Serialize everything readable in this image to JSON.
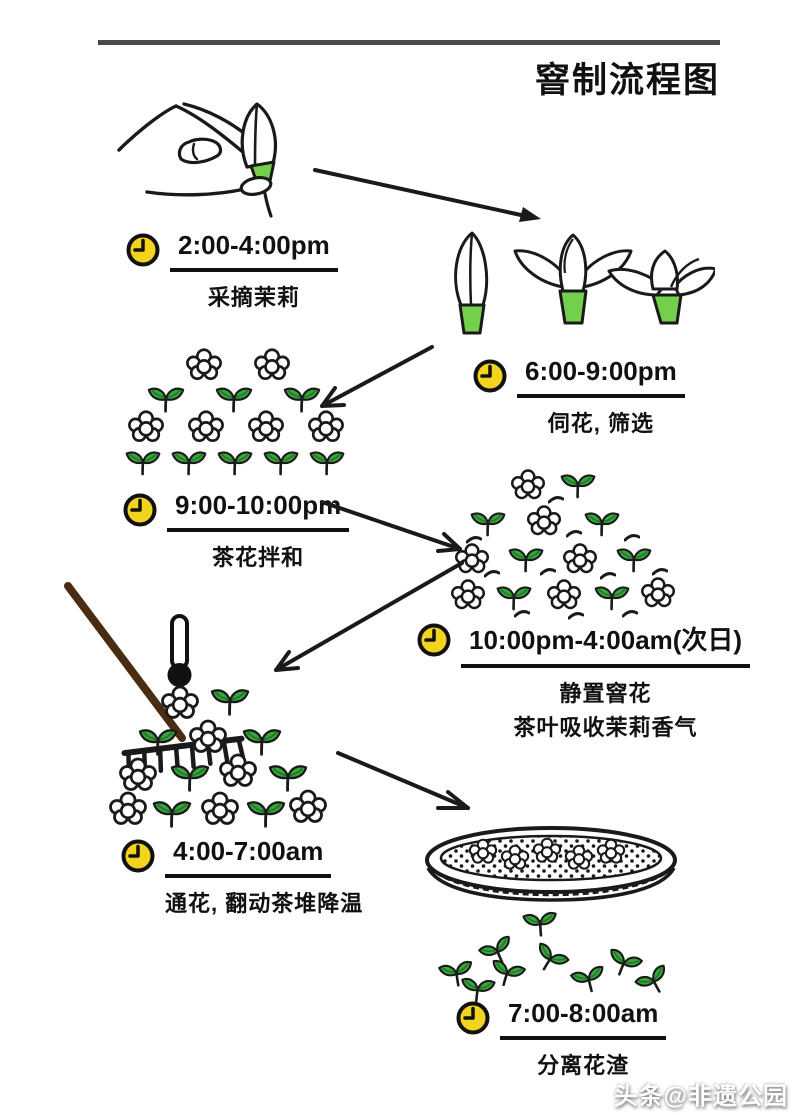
{
  "title": "窨制流程图",
  "watermark": "头条@非遗公园",
  "icons": {
    "clock": "clock-icon",
    "thermometer": "thermometer-icon",
    "rake": "rake-icon",
    "sieve": "sieve-tray-icon"
  },
  "colors": {
    "outline": "#1a1a1a",
    "leaf_green": "#3ba53e",
    "leaf_vein_green": "#1f7a23",
    "calyx_green": "#74cf4c",
    "clock_yellow": "#f2d41f",
    "rake_brown": "#4a2c12",
    "rule_gray": "#4a4a4a",
    "title_black": "#111111"
  },
  "steps": [
    {
      "time": "2:00-4:00pm",
      "name": "采摘茉莉",
      "illustration": "hand-picking-jasmine-bud"
    },
    {
      "time": "6:00-9:00pm",
      "name": "伺花, 筛选",
      "illustration": "jasmine-buds-opening-stages"
    },
    {
      "time": "9:00-10:00pm",
      "name": "茶花拌和",
      "illustration": "tea-and-flower-layered-pile"
    },
    {
      "time": "10:00pm-4:00am(次日)",
      "name": "静置窨花",
      "name2": "茶叶吸收茉莉香气",
      "illustration": "resting-scenting-pile"
    },
    {
      "time": "4:00-7:00am",
      "name": "通花, 翻动茶堆降温",
      "illustration": "rake-turning-pile-with-thermometer"
    },
    {
      "time": "7:00-8:00am",
      "name": "分离花渣",
      "illustration": "sieve-separating-flower-residue"
    }
  ]
}
